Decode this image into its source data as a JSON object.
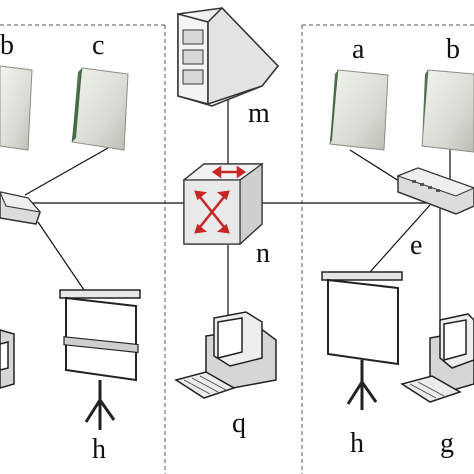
{
  "labels": {
    "b_left": "b",
    "c": "c",
    "a": "a",
    "b_right": "b",
    "m": "m",
    "n": "n",
    "e": "e",
    "q": "q",
    "h_left": "h",
    "h_right": "h",
    "g": "g"
  },
  "icons": {
    "tablet": "tablet-panel-icon",
    "server": "server-icon",
    "router": "router-icon",
    "hub": "network-hub-icon",
    "projector_screen": "projector-screen-icon",
    "workstation": "workstation-computer-icon"
  },
  "colors": {
    "line": "#111111",
    "border": "#555555",
    "router_arrows": "#c62828"
  }
}
